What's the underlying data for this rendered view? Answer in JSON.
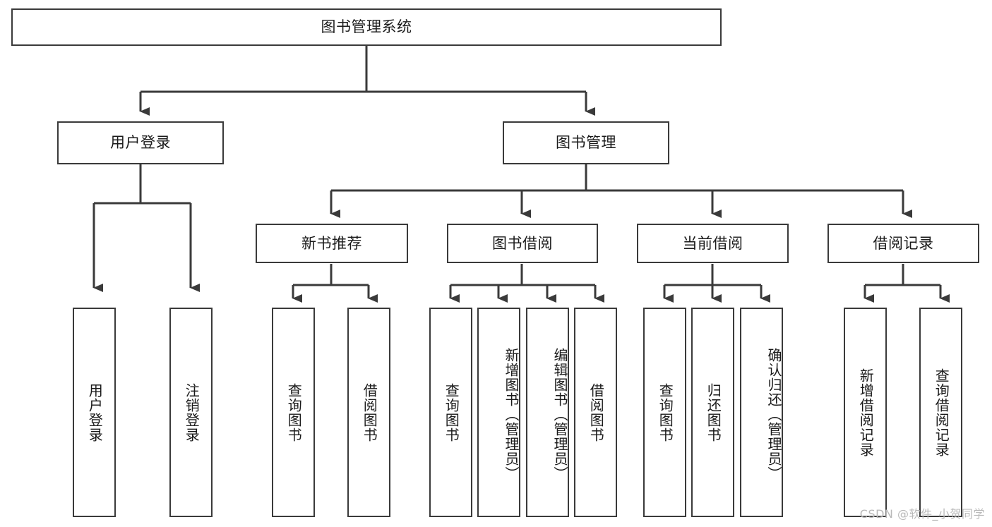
{
  "diagram": {
    "type": "tree-hierarchy",
    "title": "图书管理系统",
    "root": {
      "id": "root",
      "label": "图书管理系统"
    },
    "level2": [
      {
        "id": "user-login",
        "label": "用户登录"
      },
      {
        "id": "book-manage",
        "label": "图书管理"
      }
    ],
    "level3": [
      {
        "id": "new-book-recommend",
        "label": "新书推荐",
        "parent": "book-manage"
      },
      {
        "id": "book-borrow",
        "label": "图书借阅",
        "parent": "book-manage"
      },
      {
        "id": "current-borrow",
        "label": "当前借阅",
        "parent": "book-manage"
      },
      {
        "id": "borrow-record",
        "label": "借阅记录",
        "parent": "book-manage"
      }
    ],
    "leaves": [
      {
        "id": "leaf-user-login",
        "label": "用户登录",
        "parent": "user-login"
      },
      {
        "id": "leaf-logout",
        "label": "注销登录",
        "parent": "user-login"
      },
      {
        "id": "leaf-query-book-1",
        "label": "查询图书",
        "parent": "new-book-recommend"
      },
      {
        "id": "leaf-borrow-book-1",
        "label": "借阅图书",
        "parent": "new-book-recommend"
      },
      {
        "id": "leaf-query-book-2",
        "label": "查询图书",
        "parent": "book-borrow"
      },
      {
        "id": "leaf-add-book",
        "label": "新增图书（管理员）",
        "parent": "book-borrow"
      },
      {
        "id": "leaf-edit-book",
        "label": "编辑图书（管理员）",
        "parent": "book-borrow"
      },
      {
        "id": "leaf-borrow-book-2",
        "label": "借阅图书",
        "parent": "book-borrow"
      },
      {
        "id": "leaf-query-book-3",
        "label": "查询图书",
        "parent": "current-borrow"
      },
      {
        "id": "leaf-return-book",
        "label": "归还图书",
        "parent": "current-borrow"
      },
      {
        "id": "leaf-confirm-return",
        "label": "确认归还（管理员）",
        "parent": "current-borrow"
      },
      {
        "id": "leaf-add-record",
        "label": "新增借阅记录",
        "parent": "borrow-record"
      },
      {
        "id": "leaf-query-record",
        "label": "查询借阅记录",
        "parent": "borrow-record"
      }
    ],
    "colors": {
      "stroke": "#3a3a3a",
      "text": "#1a1a1a",
      "background": "#ffffff",
      "watermark": "#b9b9b9"
    }
  },
  "watermark": {
    "text": "CSDN @软件_小贺同学"
  }
}
